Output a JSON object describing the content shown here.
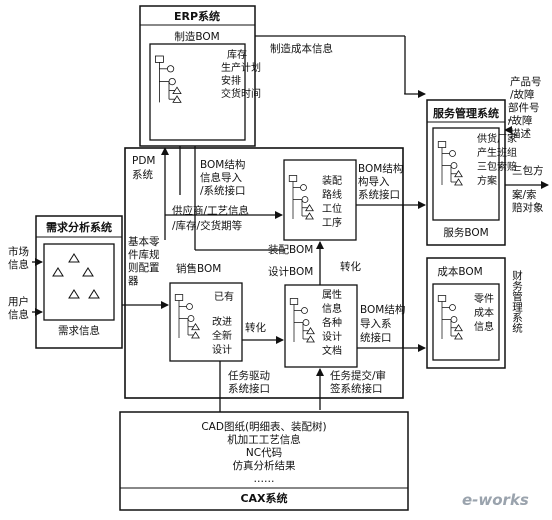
{
  "erp": {
    "title": "ERP系统",
    "mfg_bom": "制造BOM",
    "vertical": [
      "库存",
      "生产计划",
      "安排",
      "交货时间"
    ]
  },
  "mfg_cost_info": "制造成本信息",
  "service_inputs": [
    "产品号",
    "/故障",
    "部件号",
    "/故障",
    "描述"
  ],
  "service": {
    "title": "服务管理系统",
    "vertical": [
      "供货厂家",
      "产生班组",
      "三包索赔",
      "方案"
    ],
    "bom": "服务BOM"
  },
  "service_outputs": [
    "三包方",
    "案/索",
    "赔对象"
  ],
  "pdm": {
    "title": [
      "PDM",
      "系统"
    ]
  },
  "bom_struct_top": [
    "BOM结构",
    "信息导入",
    "/系统接口"
  ],
  "supplier": [
    "供应商/工艺信息",
    "/库存/交货期等"
  ],
  "assembly": {
    "vertical": [
      "装配",
      "路线",
      "工位",
      "工序"
    ],
    "bom": "装配BOM",
    "bom_struct_right": [
      "BOM结构",
      "构导入",
      "系统接口"
    ]
  },
  "demand": {
    "title": "需求分析系统",
    "bottom": "需求信息"
  },
  "market_inputs": [
    "市场",
    "信息",
    "用户",
    "信息"
  ],
  "basic_part_lib": [
    "基本零",
    "件库规",
    "则配置",
    "器"
  ],
  "sales": {
    "title": "销售BOM",
    "vertical": [
      "已有",
      "改进",
      "全新",
      "设计"
    ]
  },
  "design": {
    "title": "设计BOM",
    "vertical": [
      "属性",
      "信息",
      "各种",
      "设计",
      "文档"
    ]
  },
  "transform": [
    "转化",
    "转化"
  ],
  "bom_struct_mid": [
    "BOM结构",
    "导入系",
    "统接口"
  ],
  "cost": {
    "title": "成本BOM",
    "vertical": [
      "零件",
      "成本",
      "信息"
    ],
    "side": "财务管理系统"
  },
  "task_drive": [
    "任务驱动",
    "系统接口"
  ],
  "task_submit": [
    "任务提交/审",
    "签系统接口"
  ],
  "cax": {
    "lines": [
      "CAD图纸(明细表、装配树)",
      "机加工工艺信息",
      "NC代码",
      "仿真分析结果",
      "……"
    ],
    "title": "CAX系统"
  },
  "watermark": "e-works"
}
